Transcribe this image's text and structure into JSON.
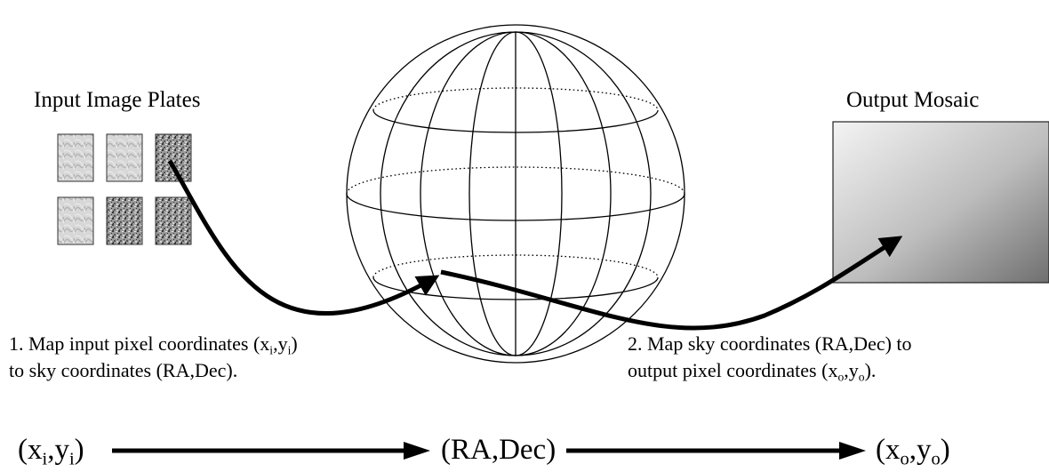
{
  "labels": {
    "input_title": "Input Image Plates",
    "output_title": "Output Mosaic"
  },
  "step1": {
    "line1_prefix": "1. Map input pixel coordinates (x",
    "sub_i1": "i",
    "comma1": ",y",
    "sub_i2": "i",
    "close1": ")",
    "line2": "to sky coordinates (RA,Dec)."
  },
  "step2": {
    "line1": "2. Map sky coordinates (RA,Dec) to",
    "line2_prefix": "output pixel coordinates (x",
    "sub_o1": "o",
    "comma": ",y",
    "sub_o2": "o",
    "close": ")."
  },
  "formula": {
    "left_open": "(x",
    "left_sub1": "i",
    "left_mid": ",y",
    "left_sub2": "i",
    "left_close": ")",
    "center": "(RA,Dec)",
    "right_open": "(x",
    "right_sub1": "o",
    "right_mid": ",y",
    "right_sub2": "o",
    "right_close": ")"
  },
  "icons": {
    "globe": "celestial-sphere-icon",
    "plates": "image-plate-icon",
    "mosaic": "output-mosaic-icon"
  }
}
